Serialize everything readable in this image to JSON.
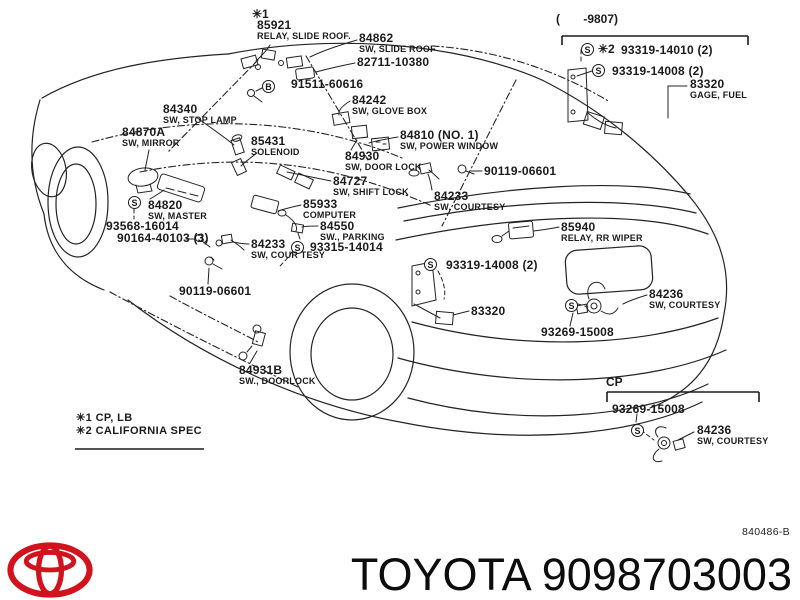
{
  "diagram": {
    "ref_mark_top": "✳1",
    "callouts": {
      "relay_slide_roof": {
        "num": "85921",
        "name": "RELAY, SLIDE ROOF."
      },
      "sw_slide_roof": {
        "num": "84862",
        "name": "SW, SLIDE ROOF"
      },
      "screw_82711": {
        "num": "82711-10380"
      },
      "bolt_91511": {
        "num": "91511-60616",
        "marker": "B"
      },
      "sw_glove_box": {
        "num": "84242",
        "name": "SW, GLOVE BOX"
      },
      "sw_stop_lamp": {
        "num": "84340",
        "name": "SW, STOP LAMP"
      },
      "sw_mirror": {
        "num": "84870A",
        "name": "SW, MIRROR"
      },
      "solenoid": {
        "num": "85431",
        "name": "SOLENOID"
      },
      "sw_power_window": {
        "num": "84810 (NO. 1)",
        "name": "SW, POWER WINDOW"
      },
      "sw_door_lock": {
        "num": "84930",
        "name": "SW, DOOR LOCK"
      },
      "sw_shift_lock": {
        "num": "84727",
        "name": "SW, SHIFT LOCK"
      },
      "computer": {
        "num": "85933",
        "name": "COMPUTER"
      },
      "sw_master": {
        "num": "84820",
        "name": "SW, MASTER",
        "marker": "S"
      },
      "sw_parking": {
        "num": "84550",
        "name": "SW., PARKING"
      },
      "screw_93315": {
        "num": "93315-14014",
        "marker": "S"
      },
      "sw_courtesy_front": {
        "num": "84233",
        "name": "SW, COUR TESY"
      },
      "nut_93568": {
        "num": "93568-16014"
      },
      "bolt_90164": {
        "num": "90164-40103 (3)"
      },
      "bolt_90119_front": {
        "num": "90119-06601"
      },
      "bolt_90119_rear": {
        "num": "90119-06601"
      },
      "sw_courtesy_door": {
        "num": "84233",
        "name": "SW, COURTESY"
      },
      "relay_rr_wiper": {
        "num": "85940",
        "name": "RELAY, RR WIPER"
      },
      "screw_93319_rear": {
        "num": "93319-14008 (2)",
        "marker": "S"
      },
      "gage_fuel_rear": {
        "num": "83320"
      },
      "screw_93269_rear": {
        "num": "93269-15008",
        "marker": "S"
      },
      "sw_courtesy_back": {
        "num": "84236",
        "name": "SW, COURTESY"
      },
      "sw_doorlock_rear": {
        "num": "84931B",
        "name": "SW., DOORLOCK"
      }
    },
    "inset_top": {
      "range_label": "(       -9807)",
      "ref_mark": "✳2",
      "screw_a": {
        "num": "93319-14010 (2)",
        "marker": "S"
      },
      "screw_b": {
        "num": "93319-14008 (2)",
        "marker": "S"
      },
      "gage": {
        "num": "83320",
        "name": "GAGE, FUEL"
      }
    },
    "inset_bottom": {
      "bracket_label": "CP",
      "screw": {
        "num": "93269-15008",
        "marker": "S"
      },
      "sw": {
        "num": "84236",
        "name": "SW, COURTESY"
      }
    },
    "legend": {
      "line1": "✳1 CP, LB",
      "line2": "✳2 CALIFORNIA SPEC"
    }
  },
  "footer": {
    "drawing_code": "840486-B",
    "title": "TOYOTA 9098703003",
    "brand_red": "#d2131e"
  }
}
